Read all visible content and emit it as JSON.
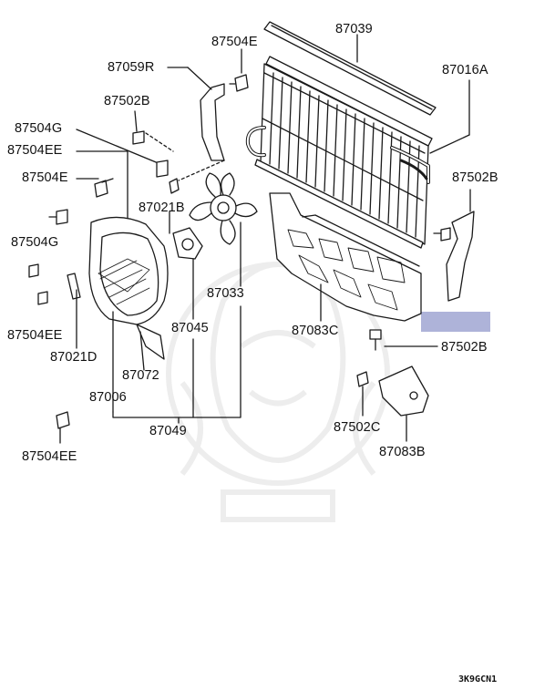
{
  "diagram": {
    "highlight_color": "#aeb3d9",
    "ink_color": "#1a1a1a",
    "labels": {
      "p87039": "87039",
      "p87504E_top": "87504E",
      "p87059R": "87059R",
      "p87016A": "87016A",
      "p87502B_top": "87502B",
      "p87504G_top": "87504G",
      "p87504EE_top": "87504EE",
      "p87504E_left": "87504E",
      "p87021B": "87021B",
      "p87502B_right": "87502B",
      "p87504G_left": "87504G",
      "p87033": "87033",
      "p87504EE_mid": "87504EE",
      "p87021D": "87021D",
      "p87045": "87045",
      "p87083C": "87083C",
      "p87502B_lower": "87502B",
      "p87072": "87072",
      "p87006": "87006",
      "p87049": "87049",
      "p87502C": "87502C",
      "p87083B": "87083B",
      "p87504EE_bottom": "87504EE"
    },
    "drawing_code": "3K9GCN1"
  }
}
